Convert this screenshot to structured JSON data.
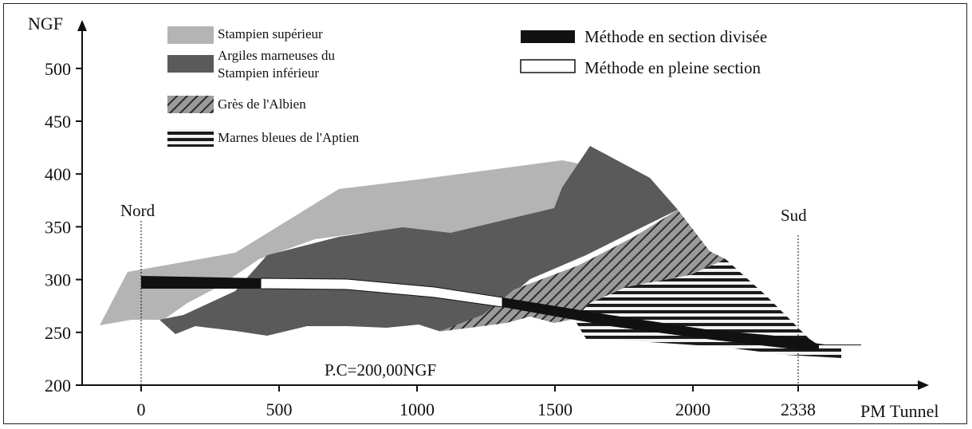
{
  "axes": {
    "y_title": "NGF",
    "x_title": "PM Tunnel",
    "y_ticks": [
      "200",
      "250",
      "300",
      "350",
      "400",
      "450",
      "500"
    ],
    "x_ticks": [
      "0",
      "500",
      "1000",
      "1500",
      "2000",
      "2338"
    ]
  },
  "legend_layers": [
    {
      "label": "Stampien supérieur",
      "pattern": "light-grey"
    },
    {
      "label": "Argiles marneuses du",
      "label2": "Stampien inférieur",
      "pattern": "dark-grey"
    },
    {
      "label": "Grès de l'Albien",
      "pattern": "diagonal-hatch"
    },
    {
      "label": "Marnes bleues de l'Aptien",
      "pattern": "horizontal-stripes"
    }
  ],
  "legend_methods": [
    {
      "label": "Méthode en section divisée",
      "color": "#111111"
    },
    {
      "label": "Méthode en pleine section",
      "color": "#ffffff"
    }
  ],
  "annotations": {
    "north": "Nord",
    "south": "Sud",
    "reference": "P.C=200,00NGF"
  },
  "colors": {
    "stampien_superieur": "#b2b2b2",
    "argiles_marneuses": "#5c5c5c",
    "gres_albien": "#8a8a8a",
    "marnes_aptien": "#2a2a2a"
  }
}
